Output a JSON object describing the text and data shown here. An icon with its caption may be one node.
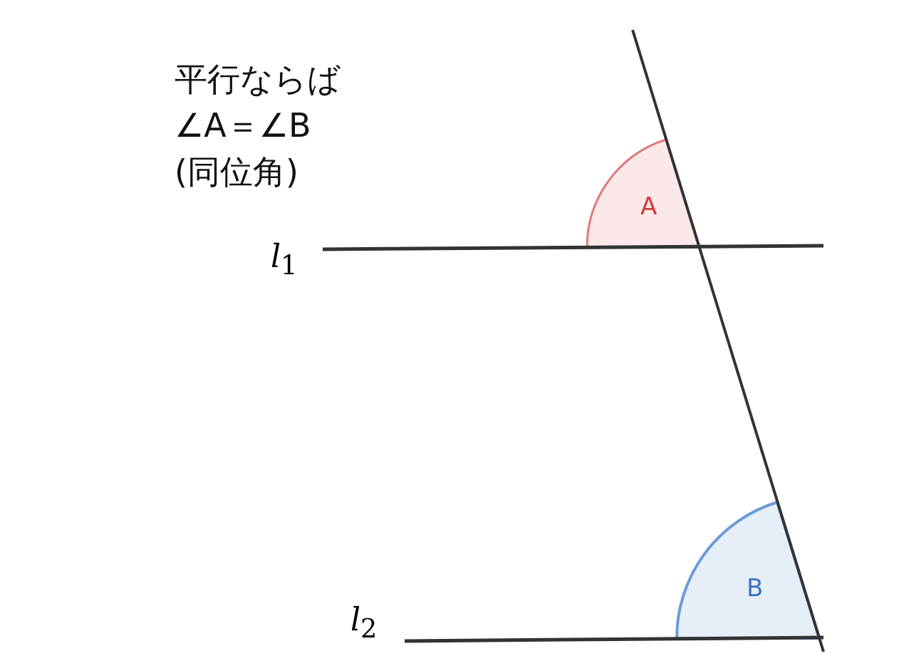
{
  "diagram": {
    "labels": [
      "平行ならば",
      "∠A＝∠B",
      "(同位角)",
      "*l*$_{1}$",
      "A",
      "*l*$_{2}$",
      "B"
    ]
  }
}
